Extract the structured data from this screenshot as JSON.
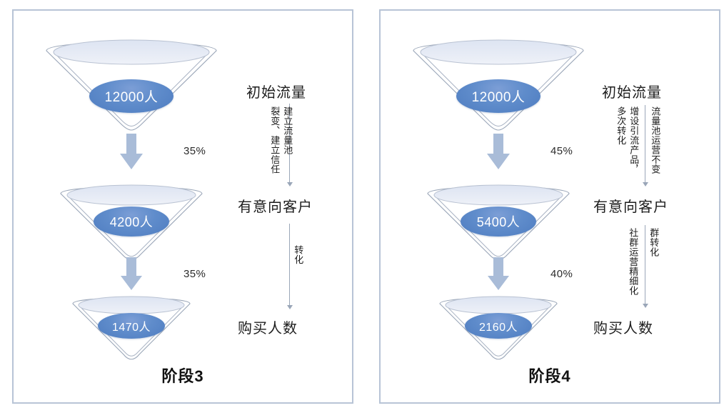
{
  "chart_data": {
    "type": "funnel",
    "title": "",
    "panels": [
      {
        "stage_title": "阶段3",
        "steps": [
          {
            "value_label": "12000人",
            "value": 12000,
            "stage_name": "初始流量"
          },
          {
            "value_label": "4200人",
            "value": 4200,
            "stage_name": "有意向客户"
          },
          {
            "value_label": "1470人",
            "value": 1470,
            "stage_name": "购买人数"
          }
        ],
        "conversions": [
          {
            "pct_label": "35%",
            "pct": 35
          },
          {
            "pct_label": "35%",
            "pct": 35
          }
        ],
        "annotations": [
          {
            "columns": [
              "建立流量池",
              "裂变、建立信任"
            ]
          },
          {
            "columns": [
              "转化"
            ]
          }
        ]
      },
      {
        "stage_title": "阶段4",
        "steps": [
          {
            "value_label": "12000人",
            "value": 12000,
            "stage_name": "初始流量"
          },
          {
            "value_label": "5400人",
            "value": 5400,
            "stage_name": "有意向客户"
          },
          {
            "value_label": "2160人",
            "value": 2160,
            "stage_name": "购买人数"
          }
        ],
        "conversions": [
          {
            "pct_label": "45%",
            "pct": 45
          },
          {
            "pct_label": "40%",
            "pct": 40
          }
        ],
        "annotations": [
          {
            "columns": [
              "流量池运营不变",
              "增设引流产品，",
              "多次转化"
            ]
          },
          {
            "columns": [
              "群转化",
              "社群运营精细化"
            ]
          }
        ]
      }
    ],
    "colors": {
      "panel_border": "#b8c4d6",
      "funnel_fill_top": "#e6ebf6",
      "funnel_outline": "#9aa6b8",
      "pill_blue": "#4e7cc0",
      "arrow_blue": "#a9bcd8",
      "connector_gray": "#9aa6b8",
      "text": "#1d1d1d",
      "background": "#ffffff"
    }
  }
}
